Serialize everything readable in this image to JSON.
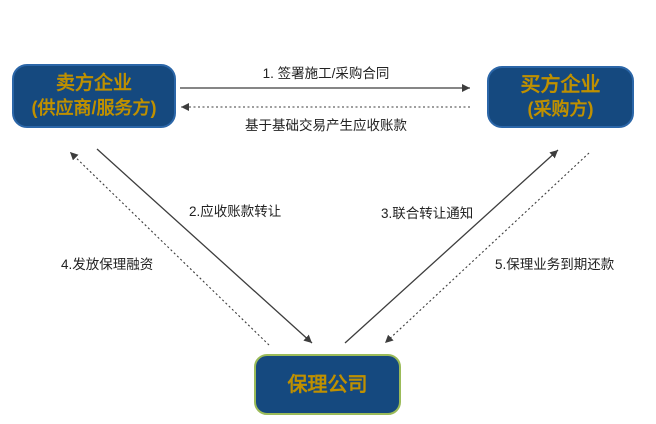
{
  "colors": {
    "background": "#ffffff",
    "node_fill": "#15497f",
    "node_border": "#2b66a8",
    "node_text": "#BF9000",
    "factor_border": "#9BBB59",
    "line": "#3d3d3d",
    "label_text": "#222222"
  },
  "nodes": {
    "seller": {
      "line1": "卖方企业",
      "line2": "(供应商/服务方)"
    },
    "buyer": {
      "line1": "买方企业",
      "line2": "(采购方)"
    },
    "factor": {
      "label": "保理公司"
    }
  },
  "edges": {
    "contract": {
      "label": "1. 签署施工/采购合同",
      "style": "solid",
      "from": "seller",
      "to": "buyer"
    },
    "receivable": {
      "label": "基于基础交易产生应收账款",
      "style": "dotted",
      "from": "buyer",
      "to": "seller"
    },
    "transfer": {
      "label": "2.应收账款转让",
      "style": "solid",
      "from": "seller",
      "to": "factor"
    },
    "notice": {
      "label": "3.联合转让通知",
      "style": "solid",
      "from": "factor",
      "to": "buyer"
    },
    "financing": {
      "label": "4.发放保理融资",
      "style": "dotted",
      "from": "factor",
      "to": "seller"
    },
    "repayment": {
      "label": "5.保理业务到期还款",
      "style": "dotted",
      "from": "buyer",
      "to": "factor"
    }
  }
}
